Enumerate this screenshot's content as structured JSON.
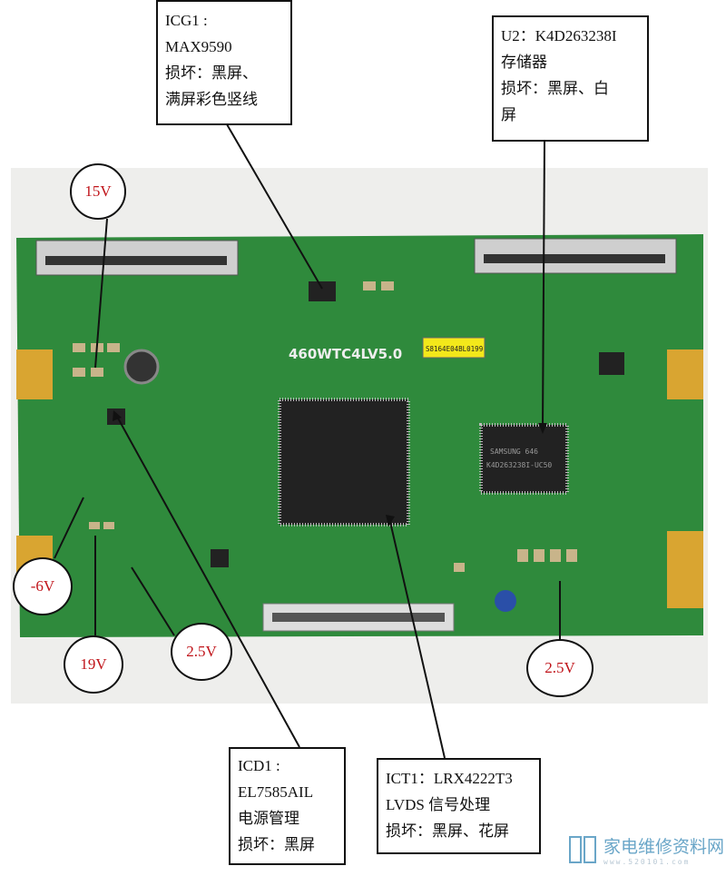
{
  "board": {
    "model_label": "460WTC4LV5.0",
    "sticker_label": "S8164E04BL0199",
    "chip_u2_text": [
      "SAMSUNG 646",
      "K4D263238I-UC50"
    ]
  },
  "callouts": {
    "icg1": {
      "lines": [
        "ICG1        :",
        "MAX9590",
        "损坏：黑屏、",
        "满屏彩色竖线"
      ]
    },
    "u2": {
      "lines": [
        "U2：K4D263238I",
        "存储器",
        "损坏：黑屏、白",
        "屏"
      ]
    },
    "icd1": {
      "lines": [
        "ICD1      :",
        "EL7585AIL",
        "电源管理",
        "损坏：黑屏"
      ]
    },
    "ict1": {
      "lines": [
        "ICT1：LRX4222T3",
        "LVDS 信号处理",
        "损坏：黑屏、花屏"
      ]
    }
  },
  "voltages": {
    "v15": "15V",
    "vneg6": "-6V",
    "v19": "19V",
    "v25_left": "2.5V",
    "v25_right": "2.5V"
  },
  "watermark": {
    "title": "家电维修资料网",
    "url": "www.520101.com"
  },
  "colors": {
    "pcb": "#2f8a3c",
    "label_red": "#c0141a",
    "gold": "#d9a531"
  }
}
